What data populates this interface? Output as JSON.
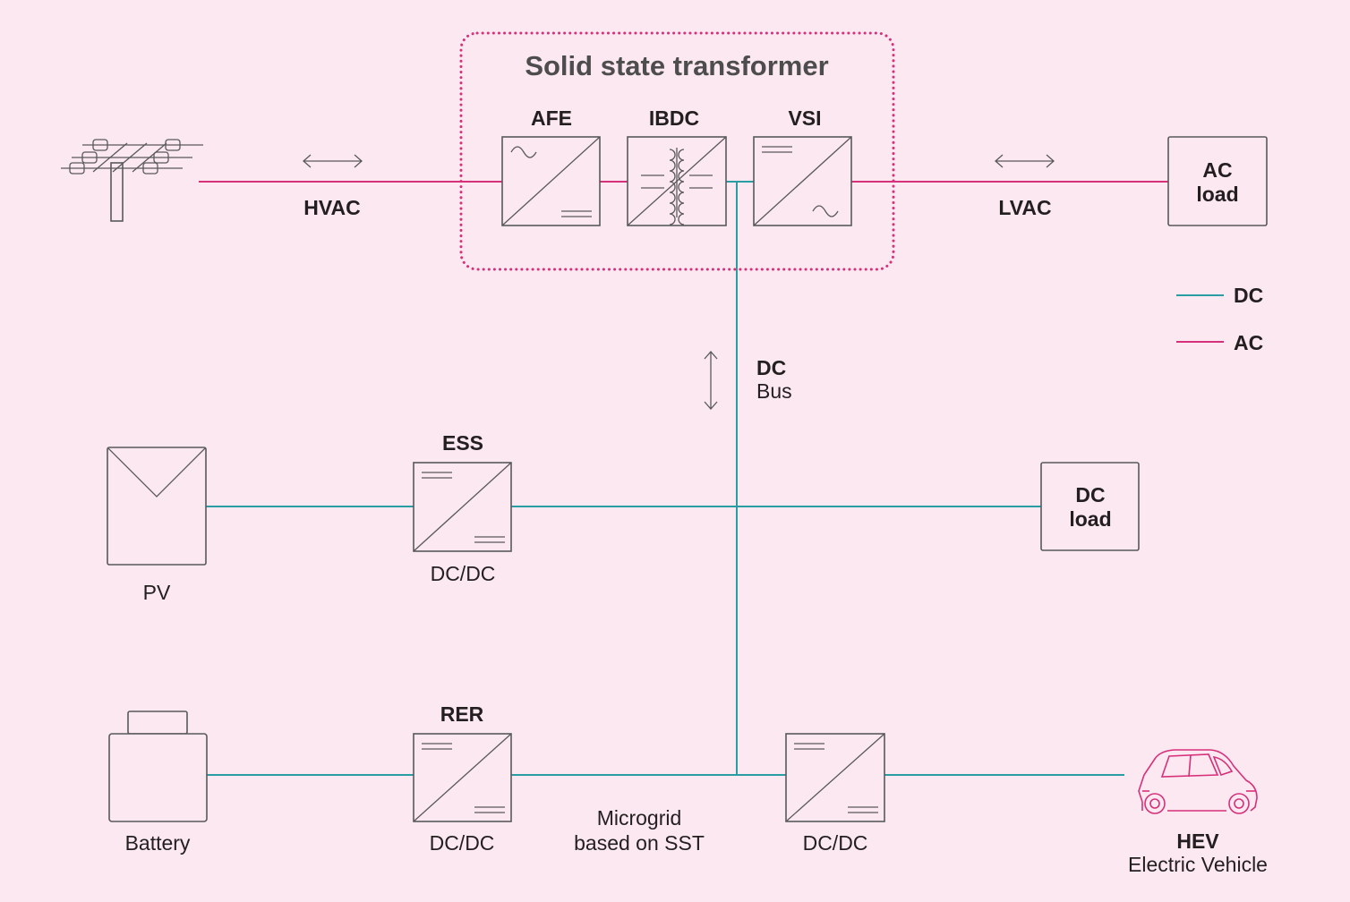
{
  "title": "Solid state transformer",
  "blocks": {
    "afe": "AFE",
    "ibdc": "IBDC",
    "vsi": "VSI",
    "ess": "ESS",
    "rer": "RER"
  },
  "links": {
    "hvac": "HVAC",
    "lvac": "LVAC",
    "dc_bus_bold": "DC",
    "dc_bus_sub": "Bus"
  },
  "loads": {
    "ac": [
      "AC",
      "load"
    ],
    "dc": [
      "DC",
      "load"
    ]
  },
  "legend": [
    {
      "label": "DC",
      "color": "#2a9da3"
    },
    {
      "label": "AC",
      "color": "#d6307a"
    }
  ],
  "converters": {
    "ess_type": "DC/DC",
    "rer_type": "DC/DC",
    "hev_type": "DC/DC"
  },
  "sources": {
    "pv": "PV",
    "battery": "Battery"
  },
  "microgrid": [
    "Microgrid",
    "based on SST"
  ],
  "hev": {
    "bold": "HEV",
    "sub": "Electric Vehicle"
  },
  "icons": [
    "power-pole-icon",
    "pv-panel-icon",
    "battery-icon",
    "electric-car-icon",
    "bidirectional-arrow-icon"
  ]
}
